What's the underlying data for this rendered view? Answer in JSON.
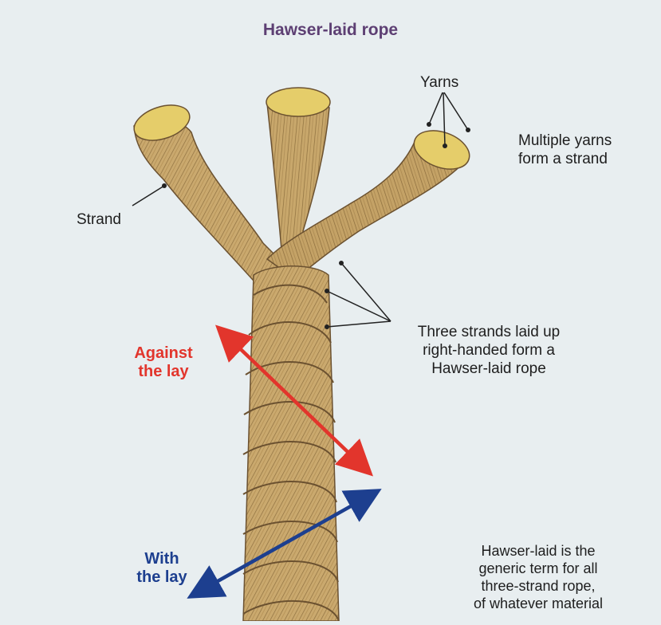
{
  "title": "Hawser-laid rope",
  "labels": {
    "yarns": "Yarns",
    "strand": "Strand",
    "multiple_yarns": [
      "Multiple yarns",
      "form a strand"
    ],
    "three_strands": [
      "Three strands laid up",
      "right-handed form a",
      "Hawser-laid rope"
    ],
    "against_lay": [
      "Against",
      "the lay"
    ],
    "with_lay": [
      "With",
      "the lay"
    ],
    "hawser_note": [
      "Hawser-laid is the",
      "generic term for all",
      "three-strand rope,",
      "of whatever material"
    ]
  },
  "colors": {
    "rope": "#c9a86c",
    "rope_dark": "#8d6f3e",
    "yarn_ends": "#e9d36b",
    "against_arrow": "#e2352c",
    "with_arrow": "#1d3f8f",
    "title": "#5d3f73"
  }
}
